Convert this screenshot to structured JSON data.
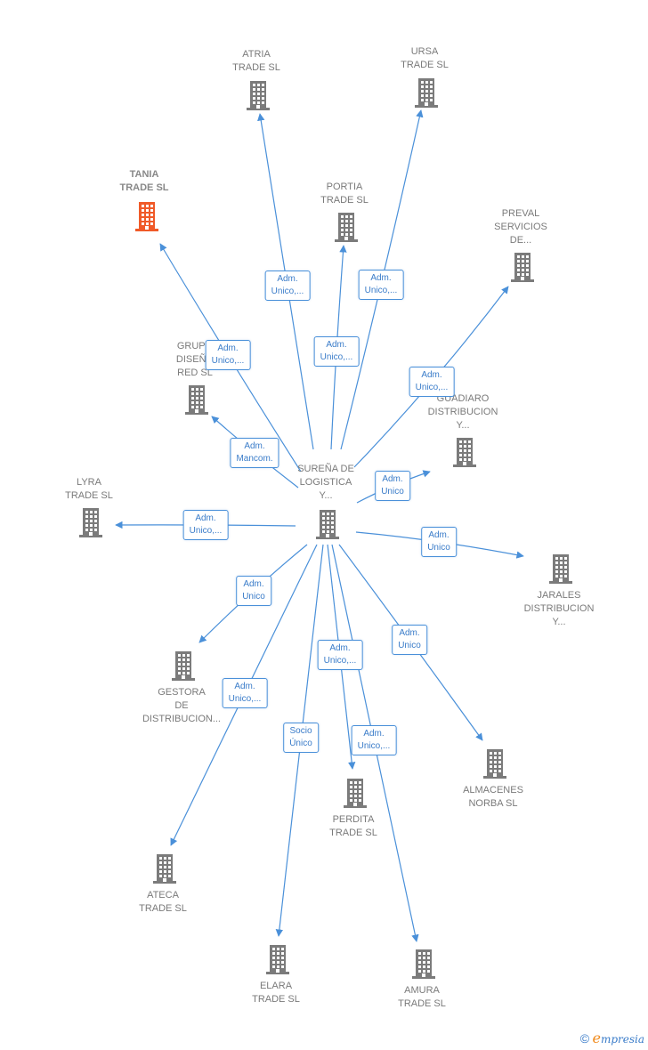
{
  "colors": {
    "edge": "#4a90d9",
    "building": "#7b7b7b",
    "building_highlight": "#f05a28"
  },
  "center": {
    "name": "SUREÑA DE\nLOGISTICA\nY..."
  },
  "nodes": [
    {
      "id": "atria",
      "name": "ATRIA\nTRADE  SL",
      "highlight": false
    },
    {
      "id": "ursa",
      "name": "URSA\nTRADE  SL",
      "highlight": false
    },
    {
      "id": "tania",
      "name": "TANIA\nTRADE  SL",
      "highlight": true
    },
    {
      "id": "portia",
      "name": "PORTIA\nTRADE  SL",
      "highlight": false
    },
    {
      "id": "preval",
      "name": "PREVAL\nSERVICIOS\nDE...",
      "highlight": false
    },
    {
      "id": "grupo",
      "name": "GRUPO\nDISEÑO\nRED  SL",
      "highlight": false
    },
    {
      "id": "guadiaro",
      "name": "GUADIARO\nDISTRIBUCION\nY...",
      "highlight": false
    },
    {
      "id": "lyra",
      "name": "LYRA\nTRADE  SL",
      "highlight": false
    },
    {
      "id": "jarales",
      "name": "JARALES\nDISTRIBUCION\nY...",
      "highlight": false
    },
    {
      "id": "gestora",
      "name": "GESTORA\nDE\nDISTRIBUCION...",
      "highlight": false
    },
    {
      "id": "almacenes",
      "name": "ALMACENES\nNORBA SL",
      "highlight": false
    },
    {
      "id": "perdita",
      "name": "PERDITA\nTRADE  SL",
      "highlight": false
    },
    {
      "id": "ateca",
      "name": "ATECA\nTRADE  SL",
      "highlight": false
    },
    {
      "id": "elara",
      "name": "ELARA\nTRADE  SL",
      "highlight": false
    },
    {
      "id": "amura",
      "name": "AMURA\nTRADE  SL",
      "highlight": false
    }
  ],
  "edges": [
    {
      "to": "atria",
      "label": "Adm.\nUnico,..."
    },
    {
      "to": "ursa",
      "label": "Adm.\nUnico,..."
    },
    {
      "to": "tania",
      "label": "Adm.\nUnico,..."
    },
    {
      "to": "portia",
      "label": "Adm.\nUnico,..."
    },
    {
      "to": "preval",
      "label": "Adm.\nUnico,..."
    },
    {
      "to": "grupo",
      "label": "Adm.\nMancom."
    },
    {
      "to": "guadiaro",
      "label": "Adm.\nUnico"
    },
    {
      "to": "lyra",
      "label": "Adm.\nUnico,..."
    },
    {
      "to": "jarales",
      "label": "Adm.\nUnico"
    },
    {
      "to": "gestora",
      "label": "Adm.\nUnico"
    },
    {
      "to": "almacenes",
      "label": "Adm.\nUnico"
    },
    {
      "to": "perdita",
      "label": "Adm.\nUnico,..."
    },
    {
      "to": "ateca",
      "label": "Adm.\nUnico,..."
    },
    {
      "to": "elara",
      "label": "Socio\nÚnico"
    },
    {
      "to": "amura",
      "label": "Adm.\nUnico,..."
    }
  ],
  "footer": {
    "copyright": "©",
    "brand_initial": "e",
    "brand_rest": "mpresia"
  }
}
